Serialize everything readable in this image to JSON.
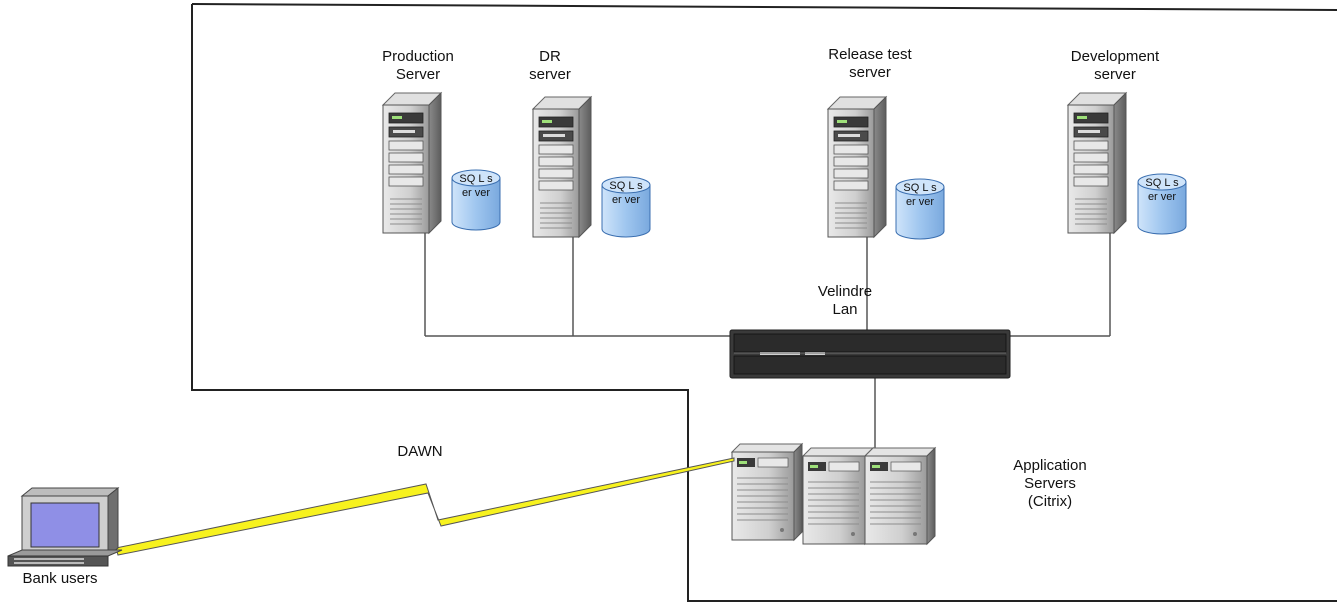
{
  "servers": [
    {
      "label": "Production\nServer",
      "db_label": "SQ\nL\nser\nver"
    },
    {
      "label": "DR\nserver",
      "db_label": "SQ\nL\nser\nver"
    },
    {
      "label": "Release test\nserver",
      "db_label": "SQ\nL\nser\nver"
    },
    {
      "label": "Development\nserver",
      "db_label": "SQ\nL\nser\nver"
    }
  ],
  "lan_label": "Velindre\nLan",
  "wan_label": "DAWN",
  "app_servers_label": "Application\nServers\n(Citrix)",
  "client_label": "Bank users",
  "colors": {
    "line": "#555555",
    "boundary": "#222222",
    "db_fill": "#a9cdf2",
    "db_stroke": "#3b6fb0",
    "bolt_fill": "#f7f21e",
    "bolt_stroke": "#555555",
    "server_body": "#c9c9c9",
    "switch_body": "#2e2e2e",
    "monitor_screen": "#8f8fe6"
  },
  "icons": [
    "server-icon",
    "database-icon",
    "network-switch-icon",
    "lightning-link-icon",
    "desktop-computer-icon"
  ]
}
